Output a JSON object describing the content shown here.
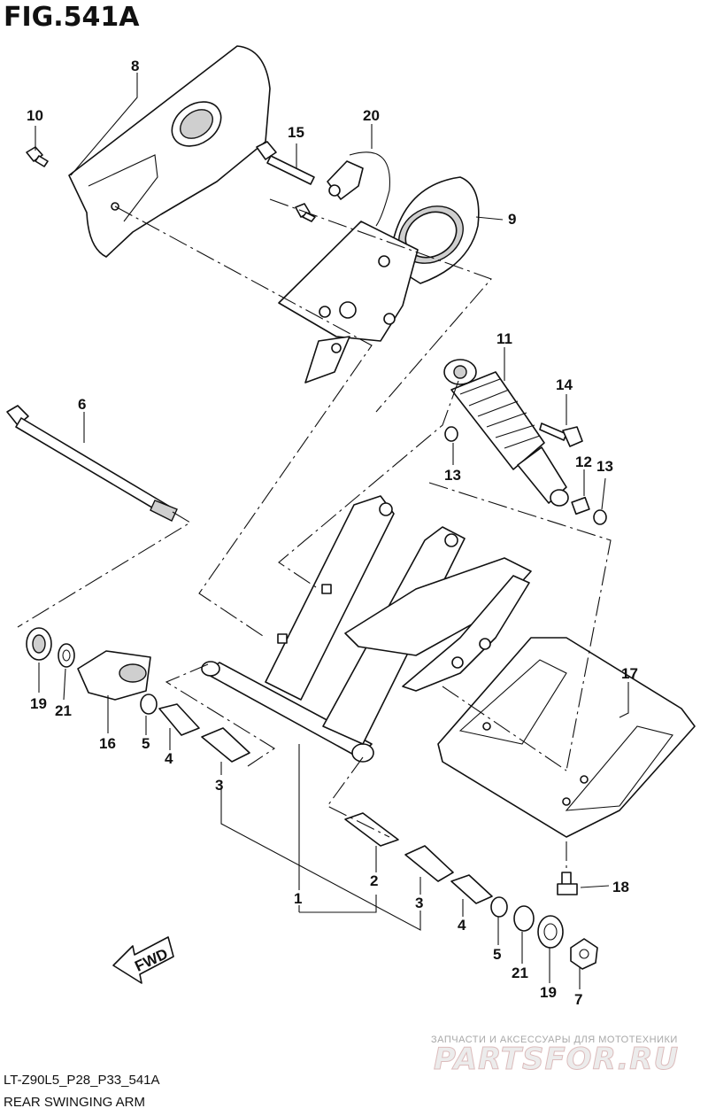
{
  "figure": {
    "title": "FIG.541A",
    "code": "LT-Z90L5_P28_P33_541A",
    "name": "REAR SWINGING ARM"
  },
  "callouts": [
    {
      "id": "c1",
      "label": "1"
    },
    {
      "id": "c2",
      "label": "2"
    },
    {
      "id": "c3a",
      "label": "3"
    },
    {
      "id": "c3b",
      "label": "3"
    },
    {
      "id": "c4a",
      "label": "4"
    },
    {
      "id": "c4b",
      "label": "4"
    },
    {
      "id": "c5a",
      "label": "5"
    },
    {
      "id": "c5b",
      "label": "5"
    },
    {
      "id": "c6",
      "label": "6"
    },
    {
      "id": "c7",
      "label": "7"
    },
    {
      "id": "c8",
      "label": "8"
    },
    {
      "id": "c9",
      "label": "9"
    },
    {
      "id": "c10",
      "label": "10"
    },
    {
      "id": "c11",
      "label": "11"
    },
    {
      "id": "c12",
      "label": "12"
    },
    {
      "id": "c13a",
      "label": "13"
    },
    {
      "id": "c13b",
      "label": "13"
    },
    {
      "id": "c14",
      "label": "14"
    },
    {
      "id": "c15",
      "label": "15"
    },
    {
      "id": "c16",
      "label": "16"
    },
    {
      "id": "c17",
      "label": "17"
    },
    {
      "id": "c18",
      "label": "18"
    },
    {
      "id": "c19a",
      "label": "19"
    },
    {
      "id": "c19b",
      "label": "19"
    },
    {
      "id": "c20",
      "label": "20"
    },
    {
      "id": "c21a",
      "label": "21"
    },
    {
      "id": "c21b",
      "label": "21"
    }
  ],
  "fwd_arrow": {
    "label": "FWD"
  },
  "watermark": {
    "caption": "ЗАПЧАСТИ И АКСЕССУАРЫ ДЛЯ МОТОТЕХНИКИ",
    "logo": "PARTSFOR.RU"
  }
}
